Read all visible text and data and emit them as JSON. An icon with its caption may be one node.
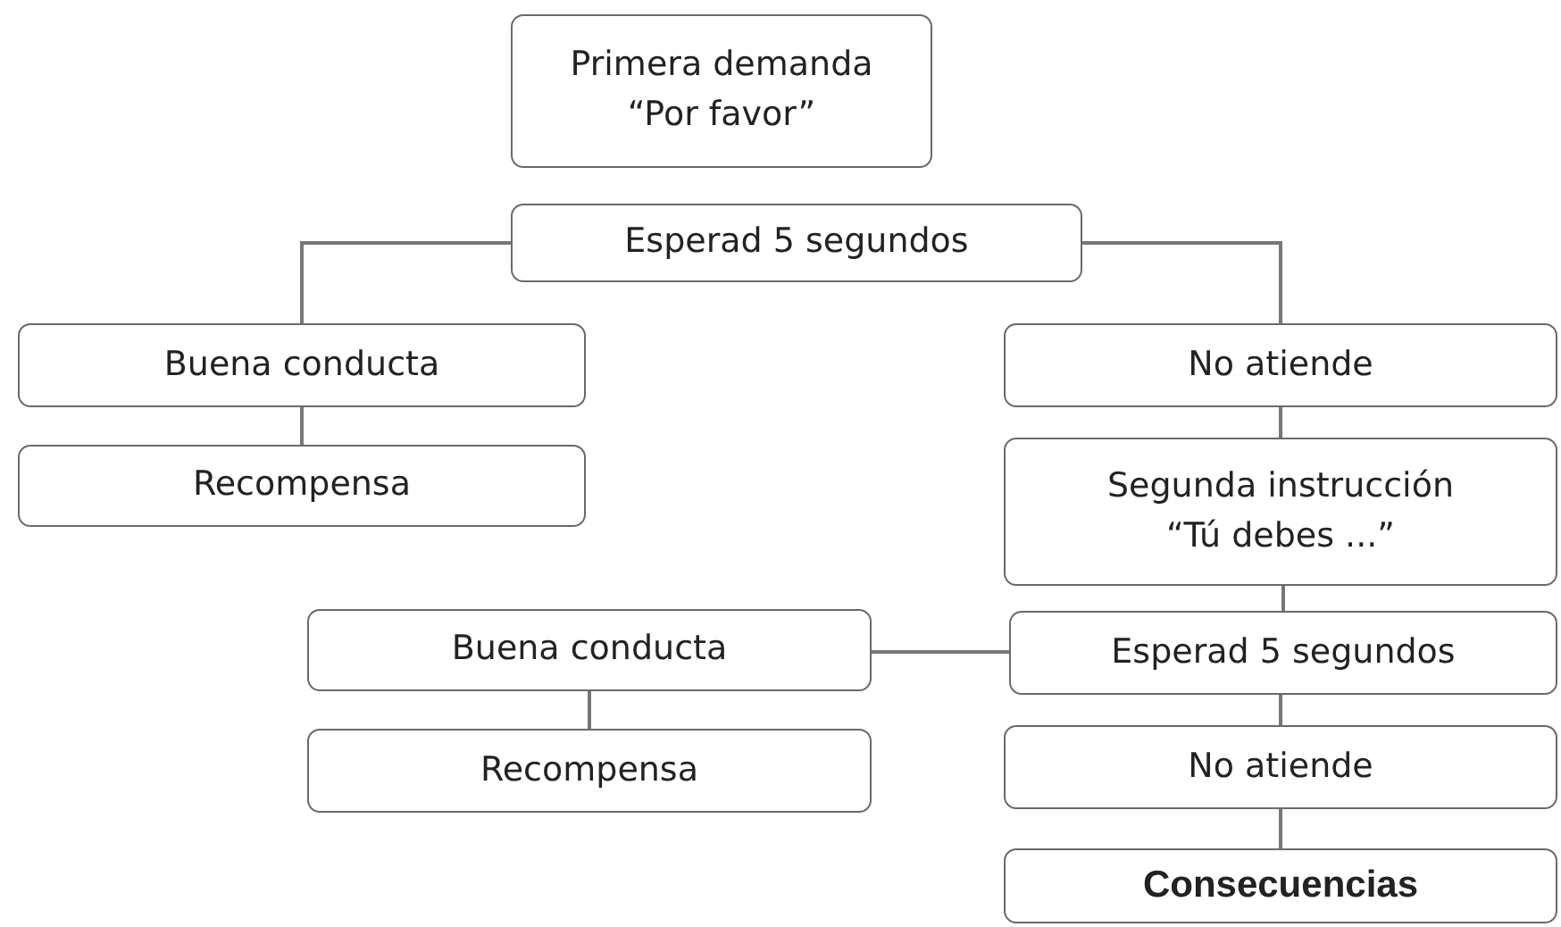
{
  "diagram": {
    "nodes": [
      {
        "text": [
          "Primera demanda",
          "“Por favor”"
        ]
      },
      {
        "text": [
          "Esperad 5 segundos"
        ]
      },
      {
        "text": [
          "Buena conducta"
        ]
      },
      {
        "text": [
          "Recompensa"
        ]
      },
      {
        "text": [
          "No atiende"
        ]
      },
      {
        "text": [
          "Segunda instrucción",
          "“Tú debes ...”"
        ]
      },
      {
        "text": [
          "Buena conducta"
        ]
      },
      {
        "text": [
          "Recompensa"
        ]
      },
      {
        "text": [
          "Esperad 5 segundos"
        ]
      },
      {
        "text": [
          "No atiende"
        ]
      },
      {
        "text": [
          "Consecuencias"
        ]
      }
    ],
    "edges": [
      {
        "from": 1,
        "to": 2,
        "arrow": "none"
      },
      {
        "from": 1,
        "to": 4,
        "arrow": "none"
      },
      {
        "from": 2,
        "to": 3,
        "arrow": "none"
      },
      {
        "from": 4,
        "to": 5,
        "arrow": "none"
      },
      {
        "from": 5,
        "to": 8,
        "arrow": "none"
      },
      {
        "from": 8,
        "to": 6,
        "arrow": "none"
      },
      {
        "from": 6,
        "to": 7,
        "arrow": "none"
      },
      {
        "from": 8,
        "to": 9,
        "arrow": "none"
      },
      {
        "from": 9,
        "to": 10,
        "arrow": "none"
      }
    ]
  }
}
